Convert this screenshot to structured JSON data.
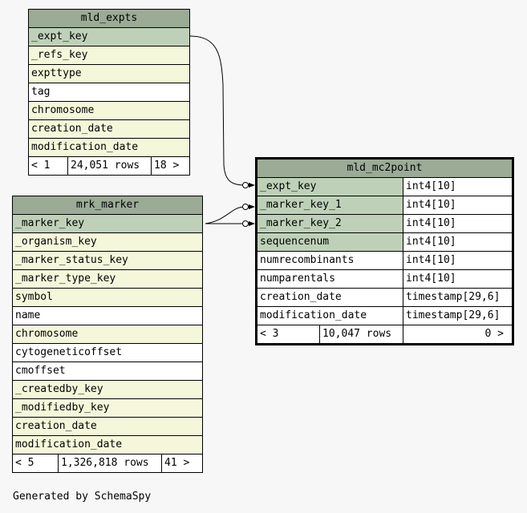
{
  "tables": {
    "mld_expts": {
      "name": "mld_expts",
      "columns": [
        {
          "name": "_expt_key",
          "kind": "pk"
        },
        {
          "name": "_refs_key",
          "kind": "fk"
        },
        {
          "name": "expttype",
          "kind": "fk"
        },
        {
          "name": "tag",
          "kind": "plain"
        },
        {
          "name": "chromosome",
          "kind": "fk"
        },
        {
          "name": "creation_date",
          "kind": "fk"
        },
        {
          "name": "modification_date",
          "kind": "fk"
        }
      ],
      "footer": {
        "parents": "< 1",
        "rows": "24,051 rows",
        "children": "18 >"
      }
    },
    "mrk_marker": {
      "name": "mrk_marker",
      "columns": [
        {
          "name": "_marker_key",
          "kind": "pk"
        },
        {
          "name": "_organism_key",
          "kind": "fk"
        },
        {
          "name": "_marker_status_key",
          "kind": "fk"
        },
        {
          "name": "_marker_type_key",
          "kind": "fk"
        },
        {
          "name": "symbol",
          "kind": "fk"
        },
        {
          "name": "name",
          "kind": "plain"
        },
        {
          "name": "chromosome",
          "kind": "fk"
        },
        {
          "name": "cytogeneticoffset",
          "kind": "plain"
        },
        {
          "name": "cmoffset",
          "kind": "plain"
        },
        {
          "name": "_createdby_key",
          "kind": "fk"
        },
        {
          "name": "_modifiedby_key",
          "kind": "fk"
        },
        {
          "name": "creation_date",
          "kind": "fk"
        },
        {
          "name": "modification_date",
          "kind": "fk"
        }
      ],
      "footer": {
        "parents": "< 5",
        "rows": "1,326,818 rows",
        "children": "41 >"
      }
    },
    "mld_mc2point": {
      "name": "mld_mc2point",
      "columns": [
        {
          "name": "_expt_key",
          "type": "int4[10]",
          "kind": "pk"
        },
        {
          "name": "_marker_key_1",
          "type": "int4[10]",
          "kind": "pk"
        },
        {
          "name": "_marker_key_2",
          "type": "int4[10]",
          "kind": "pk"
        },
        {
          "name": "sequencenum",
          "type": "int4[10]",
          "kind": "pk"
        },
        {
          "name": "numrecombinants",
          "type": "int4[10]",
          "kind": "plain"
        },
        {
          "name": "numparentals",
          "type": "int4[10]",
          "kind": "plain"
        },
        {
          "name": "creation_date",
          "type": "timestamp[29,6]",
          "kind": "plain"
        },
        {
          "name": "modification_date",
          "type": "timestamp[29,6]",
          "kind": "plain"
        }
      ],
      "footer": {
        "parents": "< 3",
        "rows": "10,047 rows",
        "children": "0 >"
      }
    }
  },
  "caption": "Generated by SchemaSpy"
}
